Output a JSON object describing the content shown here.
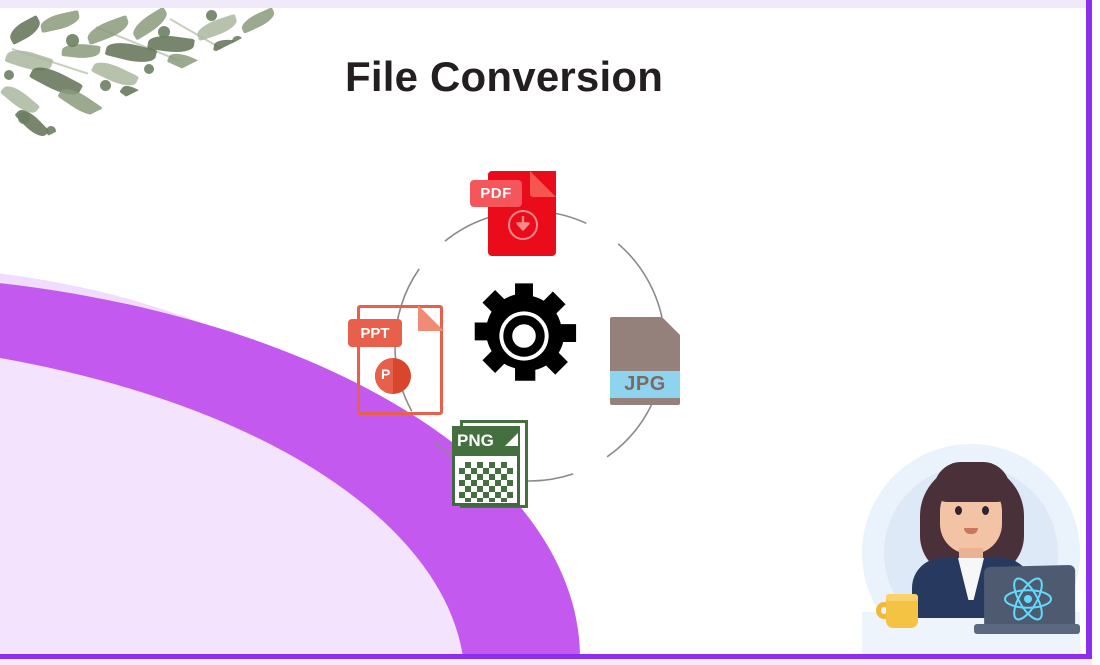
{
  "slide": {
    "title": "File Conversion",
    "background_color": "#ffffff",
    "accent_border_color": "#8b2ef0"
  },
  "diagram": {
    "name": "file-conversion-cycle",
    "center_icon": "gear-icon",
    "ring_color": "#8a8a8a",
    "nodes": [
      {
        "id": "pdf",
        "label": "PDF",
        "position": "top",
        "color": "#ea0b1b",
        "badge_color": "#f4565c",
        "badge_text_color": "#ffffff",
        "inner_icon": "download-arrow-icon"
      },
      {
        "id": "jpg",
        "label": "JPG",
        "position": "right",
        "color": "#94817c",
        "band_color": "#8fd4ef",
        "label_color": "#7c6a64"
      },
      {
        "id": "png",
        "label": "PNG",
        "position": "bottom",
        "color": "#3d6b3d",
        "header_color": "#44703f",
        "label_color": "#ffffff",
        "inner_icon": "checkerboard-transparency-icon"
      },
      {
        "id": "ppt",
        "label": "PPT",
        "position": "left",
        "color": "#e8604c",
        "badge_color": "#e8604c",
        "badge_text_color": "#ffffff",
        "inner_icon": "powerpoint-logo-icon",
        "inner_icon_label": "P"
      }
    ]
  },
  "decorations": {
    "top_left": {
      "name": "botanical-corner-decoration",
      "style": "watercolor-leaves",
      "colors": [
        "#8a9a7b",
        "#5f7154",
        "#aab79d"
      ]
    },
    "bottom_left": {
      "name": "purple-wave-decoration",
      "colors": [
        "#c359ef",
        "#f0dcfb",
        "#f3e3fc"
      ]
    },
    "bottom_right": {
      "name": "woman-at-laptop-illustration",
      "circle_color": "#eaf2fb",
      "blazer_color": "#27395e",
      "laptop_color": "#4e5a70",
      "laptop_logo": "react-logo-icon",
      "laptop_logo_color": "#61dafb",
      "mug_color": "#f5c344",
      "hair_color": "#4a3038",
      "skin_color": "#f3c3a6"
    }
  }
}
